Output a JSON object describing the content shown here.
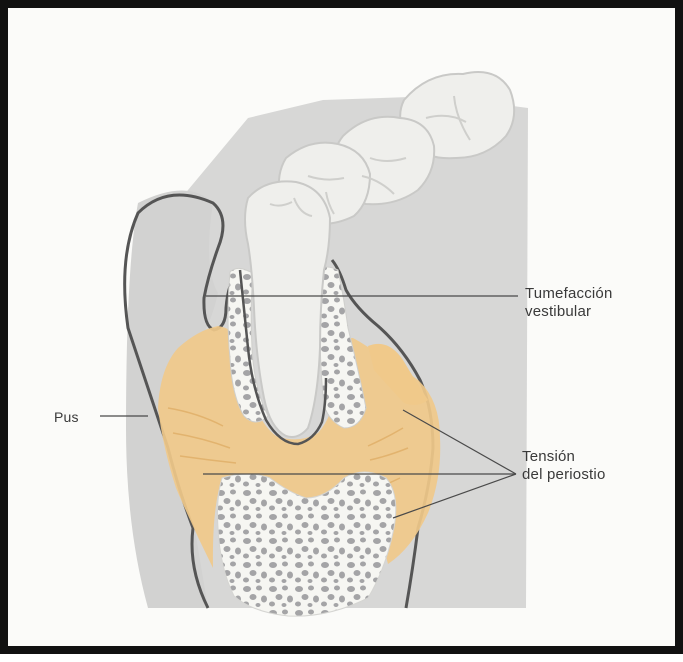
{
  "labels": {
    "tumefaccion": [
      "Tumefacción",
      "vestibular"
    ],
    "pus": "Pus",
    "tension": [
      "Tensión",
      "del periostio"
    ]
  },
  "colors": {
    "background": "#fbfbf9",
    "gum_gray": "#d7d7d6",
    "pus_yellow": "#f0c98a",
    "bone_white": "#f6f6f2",
    "bone_pores": "#a4a4a6",
    "outline": "#555555",
    "tooth": "#efefec"
  }
}
